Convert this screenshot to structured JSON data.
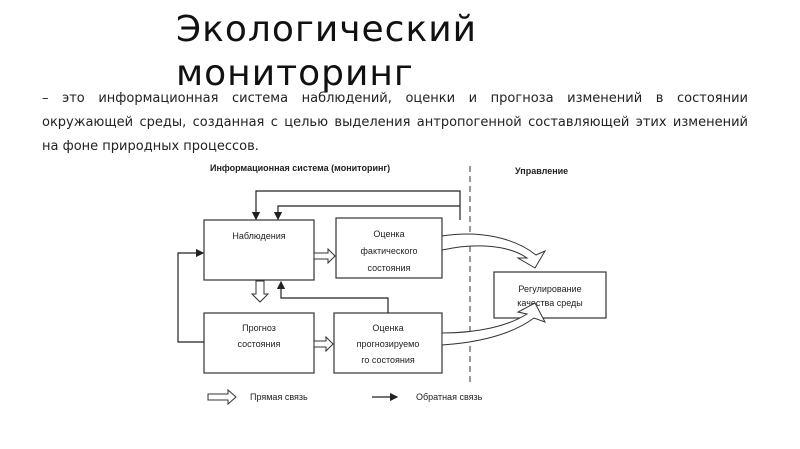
{
  "title_line1": "Экологический",
  "title_line2": "мониторинг",
  "definition": "– это информационная система наблюдений, оценки и прогноза изменений в состоянии окружающей среды, созданная с целью выделения антропогенной составляющей этих изменений на фоне природных процессов.",
  "diagram": {
    "section_left": "Информационная система (мониторинг)",
    "section_right": "Управление",
    "box_observations": "Наблюдения",
    "box_actual_line1": "Оценка",
    "box_actual_line2": "фактического",
    "box_actual_line3": "состояния",
    "box_forecast_line1": "Прогноз",
    "box_forecast_line2": "состояния",
    "box_predicted_line1": "Оценка",
    "box_predicted_line2": "прогнозируемо",
    "box_predicted_line3": "го состояния",
    "box_regulation_line1": "Регулирование",
    "box_regulation_line2": "качества среды",
    "legend_direct": "Прямая связь",
    "legend_feedback": "Обратная связь"
  }
}
